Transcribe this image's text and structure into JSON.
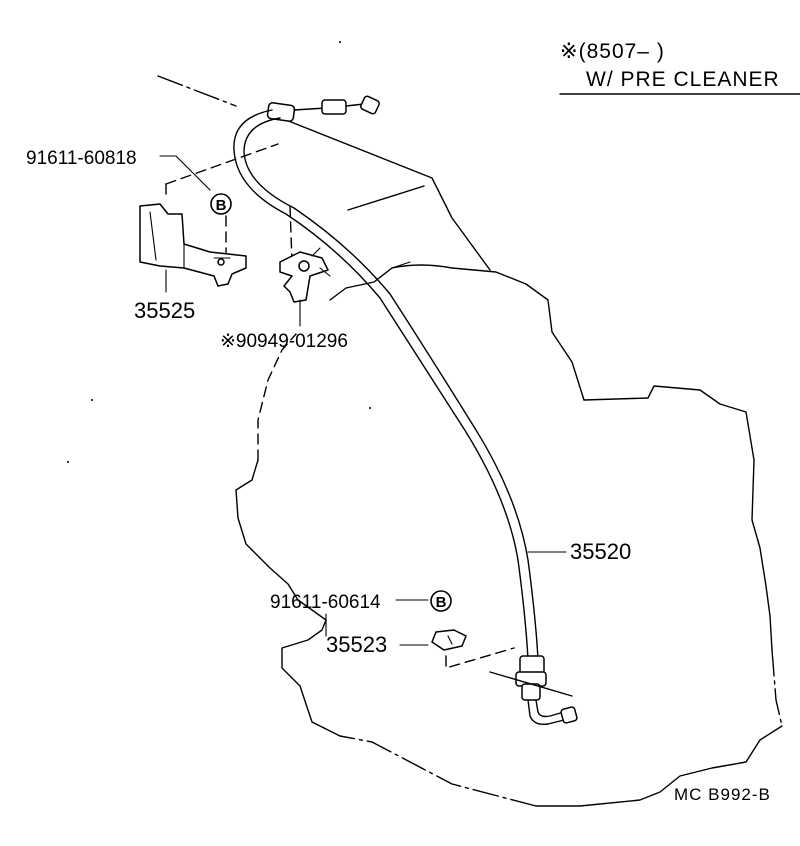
{
  "header": {
    "note_line1": "※(8507–        )",
    "note_line2": "W/ PRE  CLEANER"
  },
  "callouts": {
    "bolt_top": "91611-60818",
    "bracket": "35525",
    "clamp": "※90949-01296",
    "cable": "35520",
    "bolt_bottom": "91611-60614",
    "plate": "35523"
  },
  "symbols": {
    "bolt_marker_top": "B",
    "bolt_marker_bottom": "B"
  },
  "footer": {
    "figure_code": "MC  B992-B"
  }
}
